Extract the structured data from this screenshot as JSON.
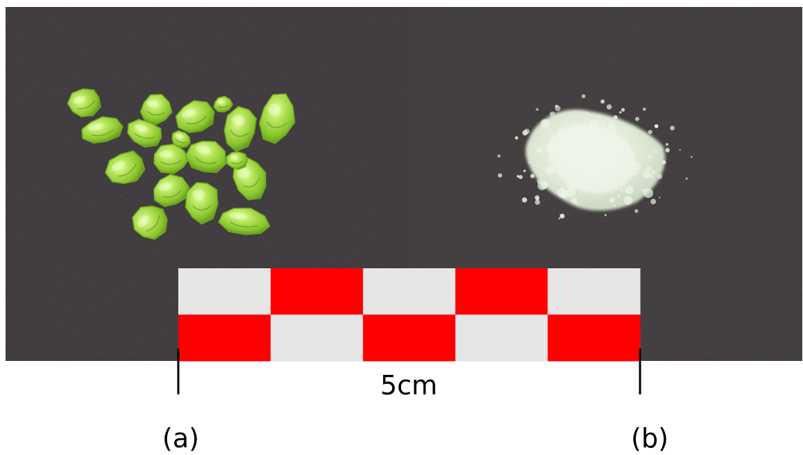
{
  "figure": {
    "panels": [
      {
        "label": "(a)",
        "subject": "green-crystal-pieces",
        "count": 18
      },
      {
        "label": "(b)",
        "subject": "pale-green-powder-pile"
      }
    ],
    "scale_bar": {
      "text": "5cm",
      "segments": 5,
      "rows": 2
    }
  },
  "colors": {
    "background_dark": "#231f20",
    "crystal_green": "#9acd32",
    "crystal_light": "#c8f27a",
    "powder": "#e3ecdc",
    "scale_red": "#ff0000",
    "scale_grey": "#e6e6e6",
    "page": "#ffffff"
  }
}
